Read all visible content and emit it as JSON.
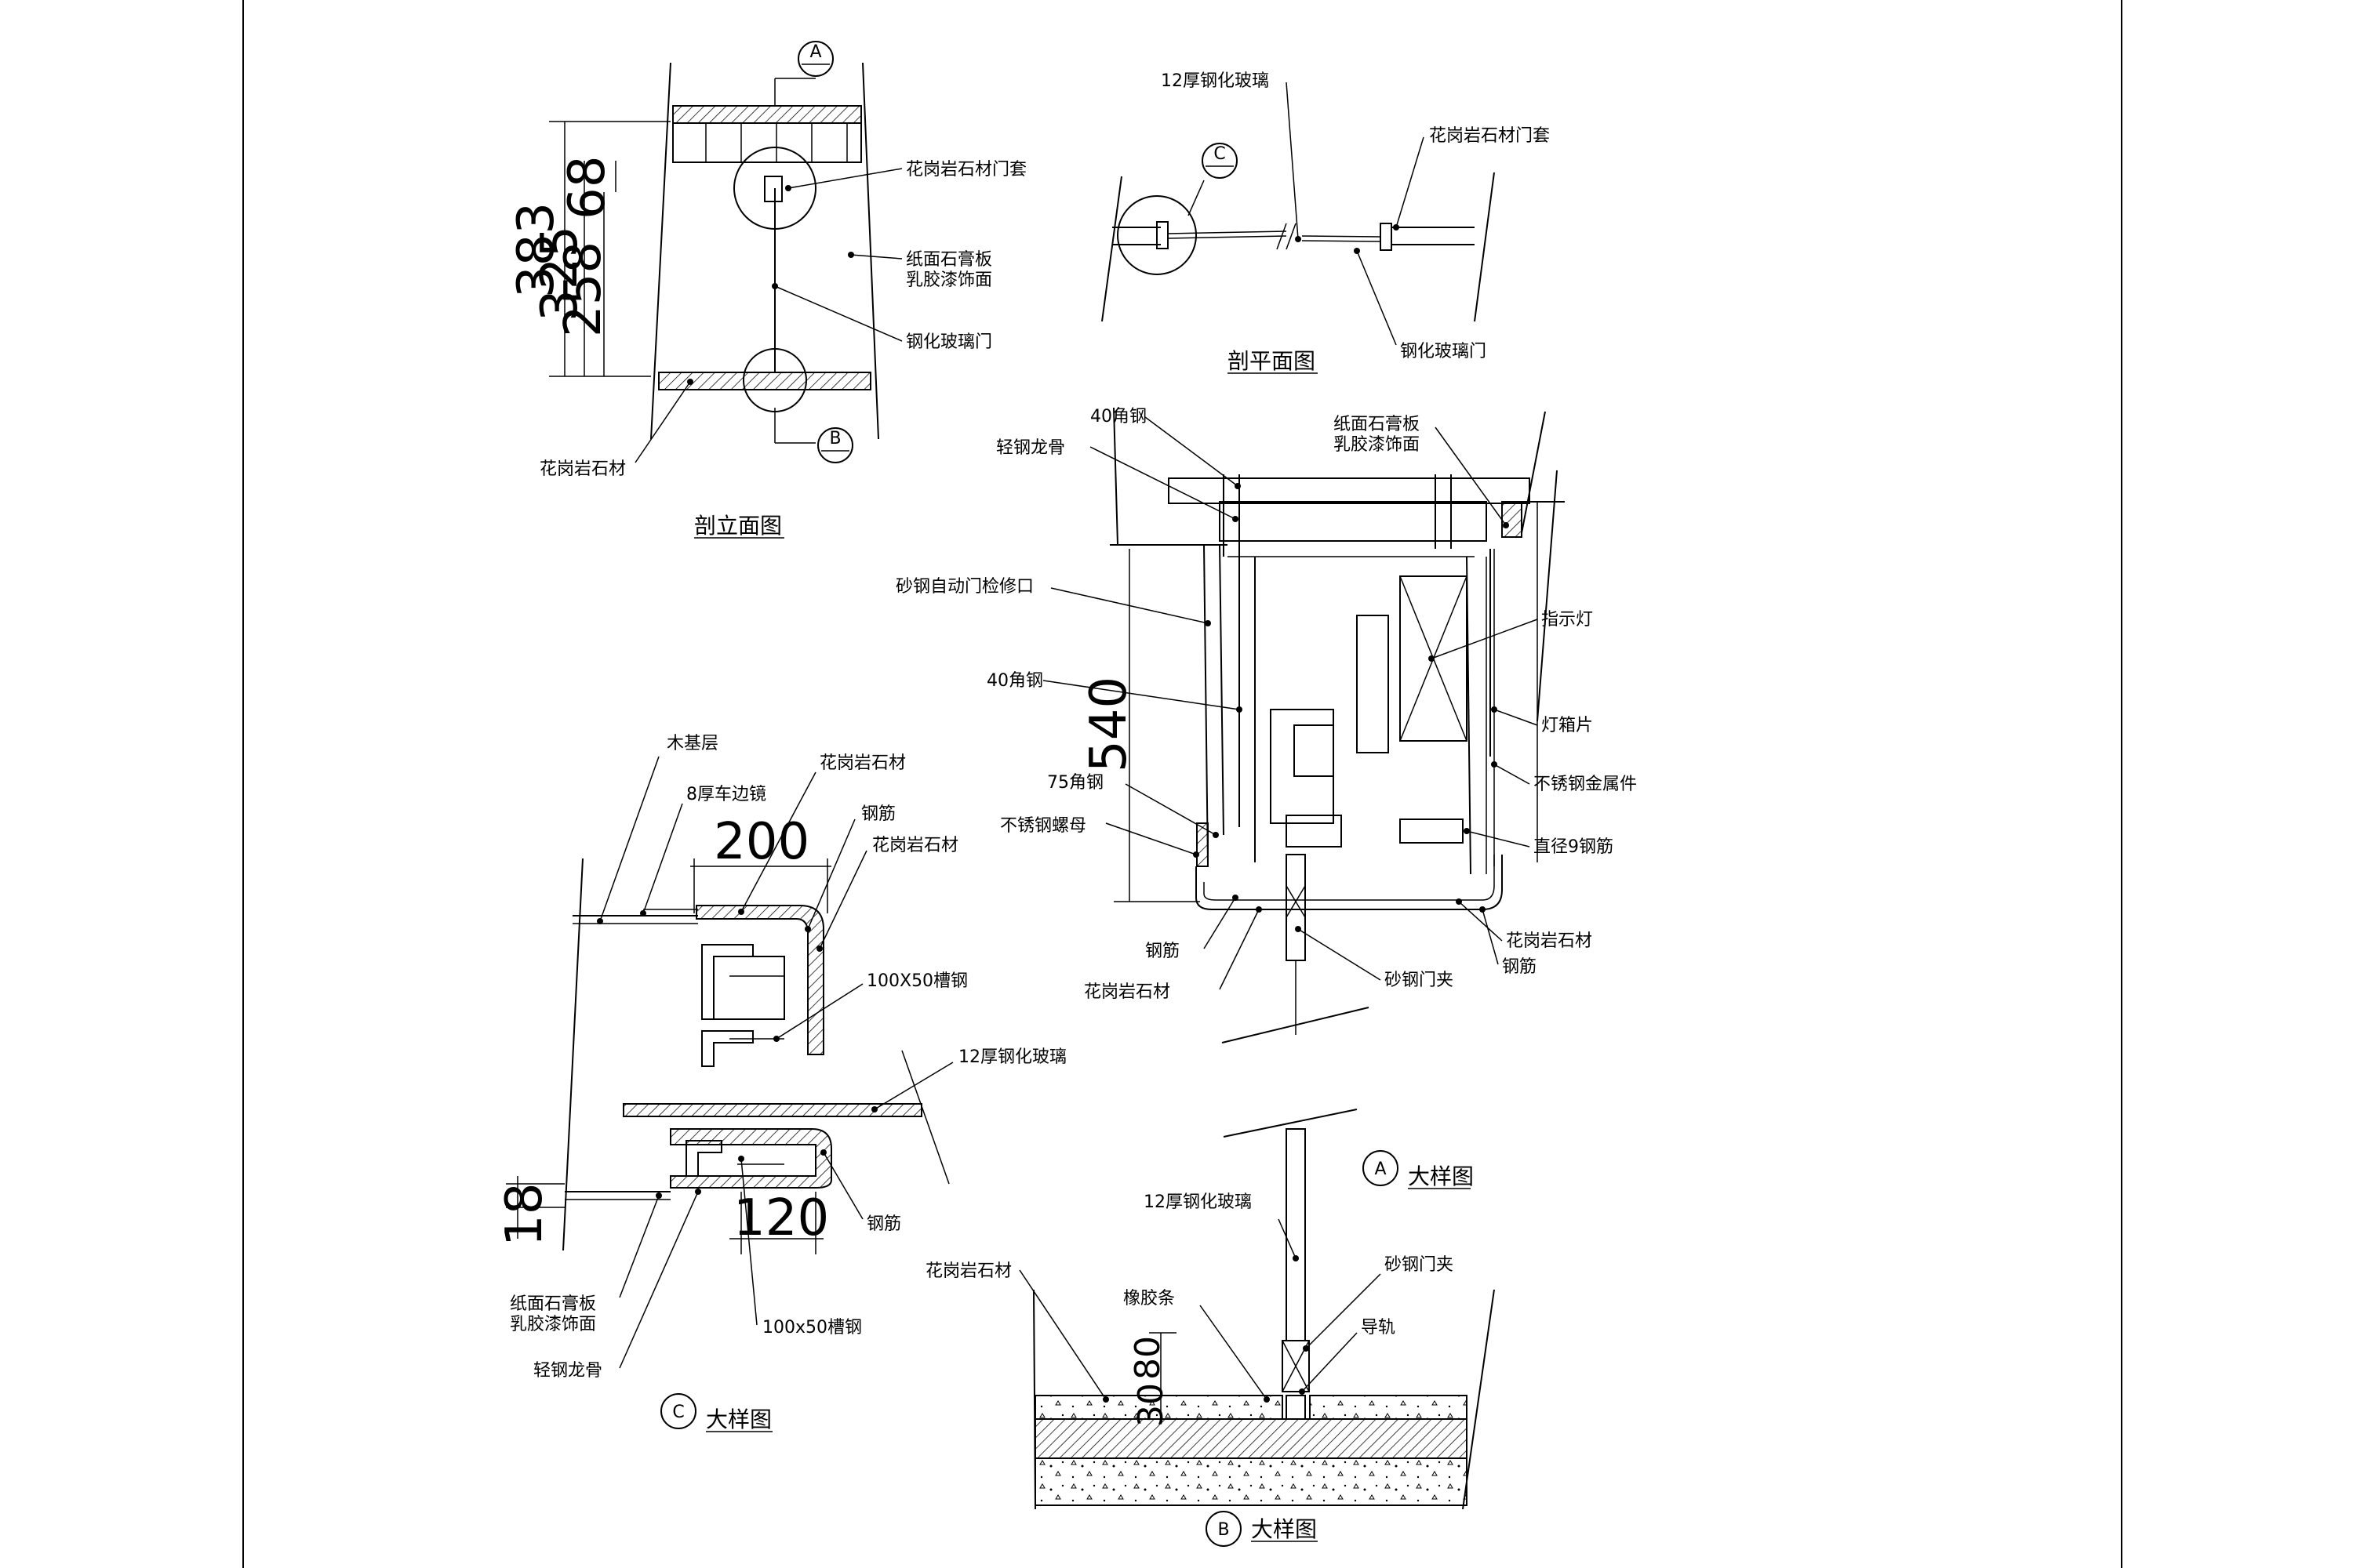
{
  "labels": {
    "elev_title": "剖立面图",
    "plan_title": "剖平面图",
    "detail_a_title": "大样图",
    "detail_b_title": "大样图",
    "detail_c_title": "大样图",
    "tag_a": "A",
    "tag_b": "B",
    "tag_c": "C",
    "granite_frame": "花岗岩石材门套",
    "gypsum_board": "纸面石膏板",
    "latex_paint": "乳胶漆饰面",
    "tempered_door": "钢化玻璃门",
    "granite": "花岗岩石材",
    "glass_12": "12厚钢化玻璃",
    "angle_40": "40角钢",
    "light_keel": "轻钢龙骨",
    "access_panel": "砂钢自动门检修口",
    "indicator": "指示灯",
    "lightbox": "灯箱片",
    "ss_fitting": "不锈钢金属件",
    "angle_75": "75角钢",
    "ss_nut": "不锈钢螺母",
    "rebar_d9": "直径9钢筋",
    "rebar": "钢筋",
    "door_clamp": "砂钢门夹",
    "wood_base": "木基层",
    "mirror_8": "8厚车边镜",
    "channel_100": "100X50槽钢",
    "channel_100b": "100x50槽钢",
    "rubber_strip": "橡胶条",
    "guide_rail": "导轨"
  },
  "dims": {
    "d383": "383",
    "d325": "325",
    "d258": "258",
    "d68": "68",
    "d540": "540",
    "d200": "200",
    "d120": "120",
    "d18": "18",
    "d30": "30",
    "d80": "80"
  },
  "colors": {
    "line": "#000000",
    "background": "#ffffff"
  }
}
